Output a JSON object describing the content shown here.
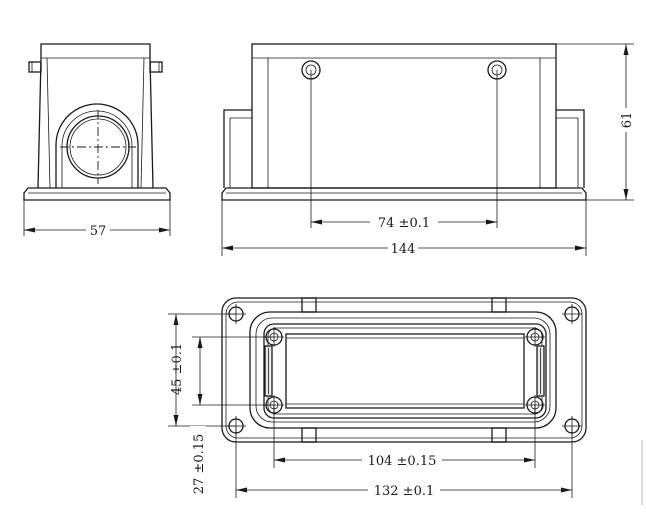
{
  "dimensions": {
    "side_width": "57",
    "hole_spacing": "74  ±0.1",
    "overall_length": "144",
    "height": "61",
    "inner_length": "104  ±0.15",
    "inner_width": "45  ±0.1",
    "mount_width": "27  ±0.15",
    "mount_length": "132  ±0.1"
  }
}
